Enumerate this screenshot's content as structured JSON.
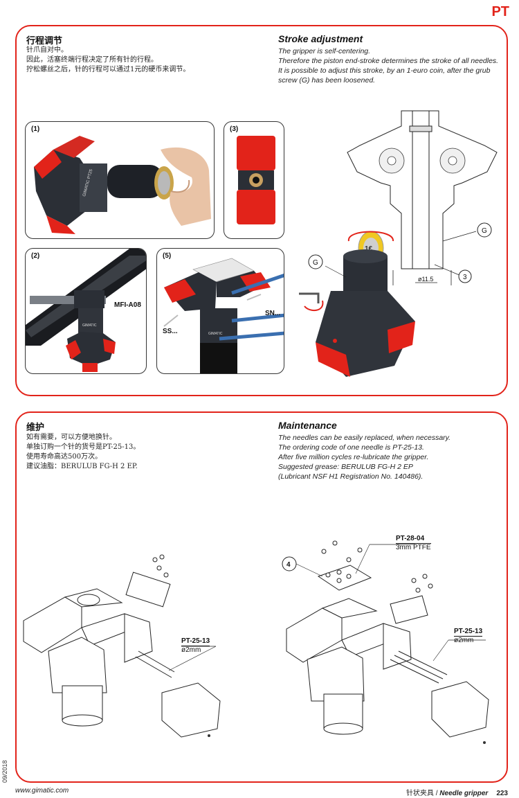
{
  "brand_tag": "PT",
  "top_section": {
    "zh_title": "行程调节",
    "zh_lines": [
      "针爪自对中。",
      "因此，活塞终端行程决定了所有针的行程。",
      "拧松螺丝之后，针的行程可以通过1元的硬币来调节。"
    ],
    "en_title": "Stroke adjustment",
    "en_lines": [
      "The gripper is self-centering.",
      "Therefore the piston end-stroke determines the stroke of all needles.",
      "It is possible to adjust this stroke, by an 1-euro coin, after the grub screw (G) has been loosened."
    ],
    "photos": [
      {
        "label": "(1)",
        "engraving": "GIMATIC PT25"
      },
      {
        "label": "(3)"
      },
      {
        "label": "(2)",
        "callout": "MFI-A08",
        "engraving": "GIMATIC"
      },
      {
        "label": "(5)",
        "callout_sn": "SN...",
        "callout_ss": "SS...",
        "engraving": "GIMATIC"
      }
    ],
    "drawing": {
      "balloon_g_section": "G",
      "balloon_3": "3",
      "diameter": "ø11.5",
      "balloon_g_iso": "G",
      "coin_mark": "1€"
    }
  },
  "bottom_section": {
    "zh_title": "维护",
    "zh_lines": [
      "如有需要，可以方便地换针。",
      "单独订购一个针的货号是PT-25-13。",
      "使用寿命高达500万次。",
      "建议油脂：BERULUB FG-H 2 EP."
    ],
    "en_title": "Maintenance",
    "en_lines": [
      "The needles can be easily replaced, when necessary.",
      "The ordering code of one needle is PT-25-13.",
      "After five million cycles re-lubricate the gripper.",
      "Suggested grease: BERULUB FG-H 2 EP",
      "(Lubricant NSF H1 Registration No. 140486)."
    ],
    "left_drawing": {
      "code": "PT-25-13",
      "sub": "ø2mm"
    },
    "right_drawing": {
      "balloon": "4",
      "code_top": "PT-28-04",
      "sub_top": "3mm PTFE",
      "code_needle": "PT-25-13",
      "sub_needle": "ø2mm"
    }
  },
  "footer": {
    "date": "09/2018",
    "url": "www.gimatic.com",
    "section_zh": "针状夹具 / ",
    "section_en": "Needle gripper",
    "page": "223"
  },
  "colors": {
    "accent": "#e2231a",
    "body_dark": "#2b2f36",
    "tube_blue": "#3a6fb0"
  }
}
